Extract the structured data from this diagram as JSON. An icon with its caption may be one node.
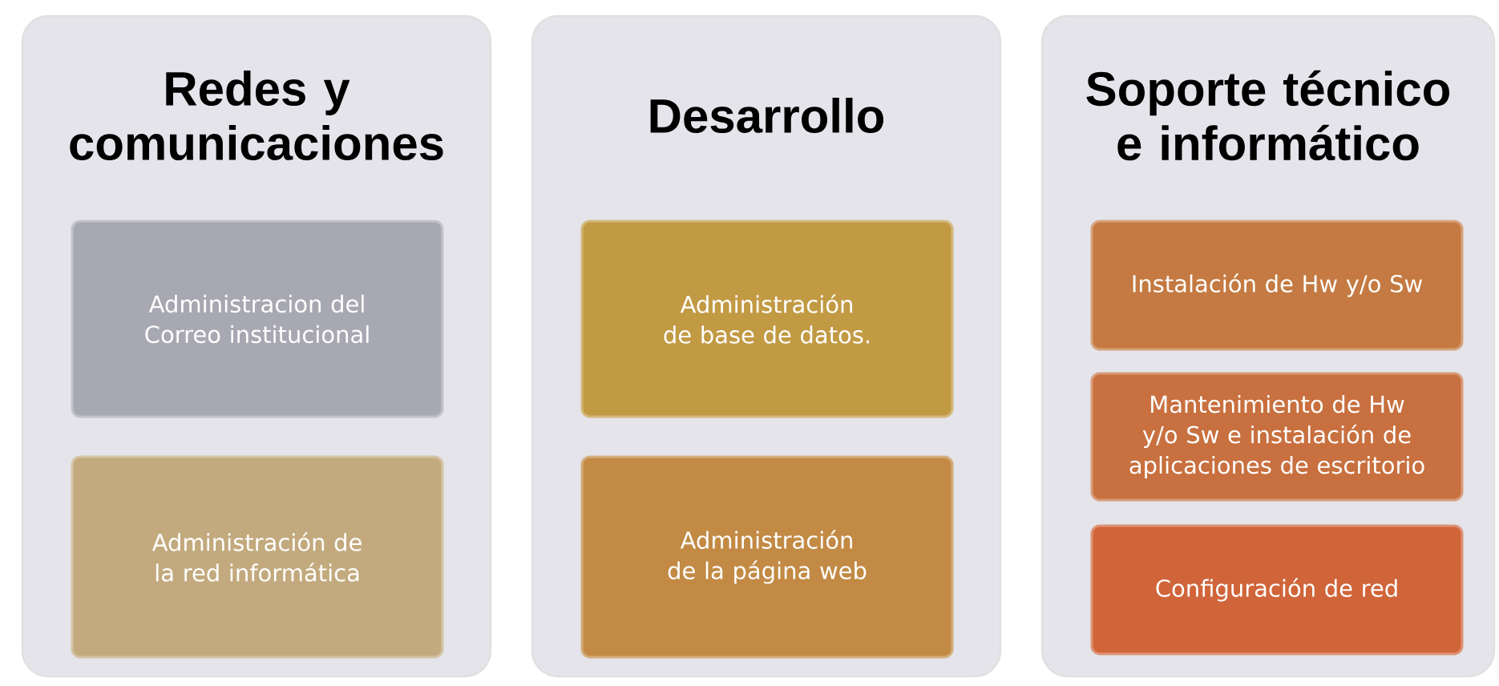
{
  "diagram": {
    "nodes": [
      {
        "text": [
          "Redes y comunicaciones"
        ]
      },
      {
        "text": [
          "Administracion del Correo institucional"
        ],
        "in": 0
      },
      {
        "text": [
          "Administración de la red informática"
        ],
        "in": 0
      },
      {
        "text": [
          "Desarrollo"
        ]
      },
      {
        "text": [
          "Administración de base de datos."
        ],
        "in": 3
      },
      {
        "text": [
          "Administración de la página web"
        ],
        "in": 3
      },
      {
        "text": [
          "Soporte técnico e informático"
        ]
      },
      {
        "text": [
          "Instalación de Hw y/o Sw"
        ],
        "in": 6
      },
      {
        "text": [
          "Mantenimiento de Hw y/o Sw e instalación de aplicaciones de escritorio"
        ],
        "in": 6
      },
      {
        "text": [
          "Configuración de red"
        ],
        "in": 6
      }
    ]
  }
}
